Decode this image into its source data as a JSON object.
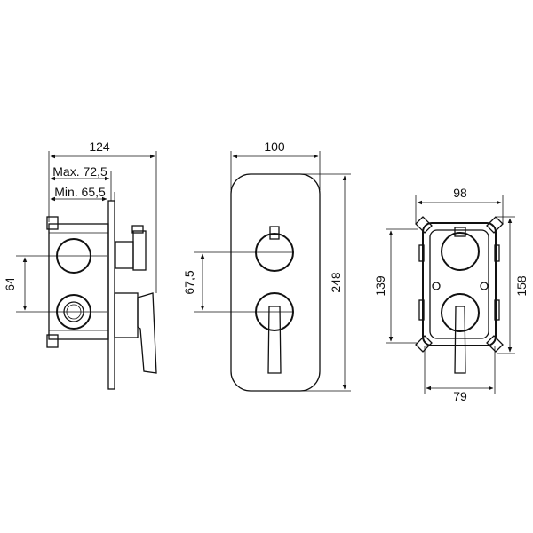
{
  "side_view": {
    "overall_width": "124",
    "max_depth": "Max. 72,5",
    "min_depth": "Min. 65,5",
    "port_spacing": "64"
  },
  "front_view": {
    "plate_width": "100",
    "plate_height": "248",
    "knob_spacing": "67,5"
  },
  "box_view": {
    "box_width": "98",
    "box_height": "158",
    "inner_height": "139",
    "lower_width": "79"
  }
}
